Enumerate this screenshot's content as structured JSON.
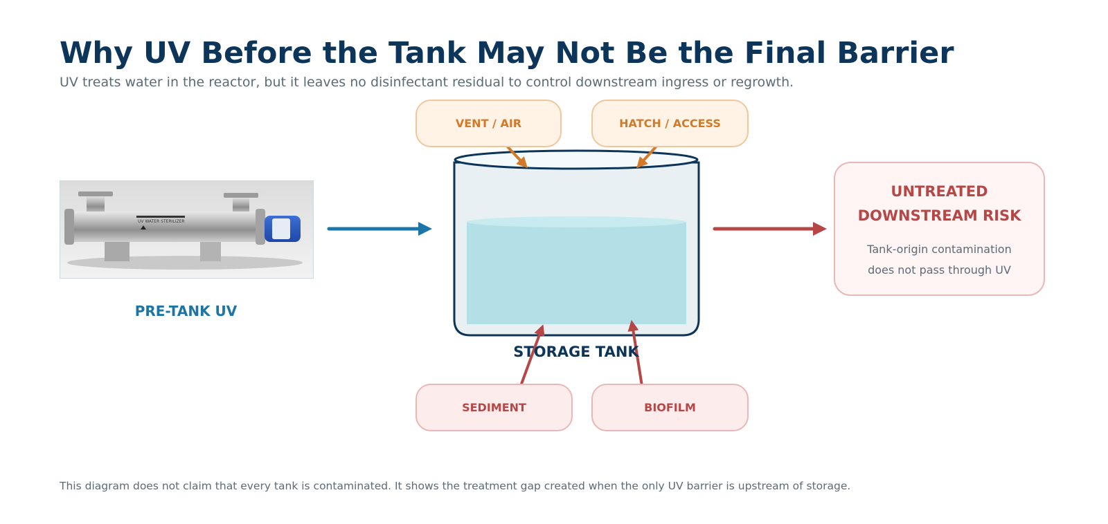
{
  "header": {
    "title": "Why UV Before the Tank May Not Be the Final Barrier",
    "subtitle": "UV treats water in the reactor, but it leaves no disinfectant residual to control downstream ingress or regrowth."
  },
  "uv_unit": {
    "label": "PRE-TANK UV",
    "plate_text": "UV WATER STERILIZER"
  },
  "tank": {
    "label": "STORAGE TANK"
  },
  "ingress_top": [
    {
      "label": "VENT / AIR"
    },
    {
      "label": "HATCH / ACCESS"
    }
  ],
  "ingress_bottom": [
    {
      "label": "SEDIMENT"
    },
    {
      "label": "BIOFILM"
    }
  ],
  "risk": {
    "title_line1": "UNTREATED",
    "title_line2": "DOWNSTREAM RISK",
    "body_line1": "Tank-origin contamination",
    "body_line2": "does not pass through UV"
  },
  "footnote": "This diagram does not claim that every tank is contaminated. It shows the treatment gap created when the only UV barrier is upstream of storage.",
  "colors": {
    "title": "#0d3559",
    "flow_in": "#1b75a7",
    "flow_out": "#b64747",
    "ingress_air": "#d27a2a",
    "ingress_bottom": "#b64747",
    "water": "#b3dfe6"
  }
}
